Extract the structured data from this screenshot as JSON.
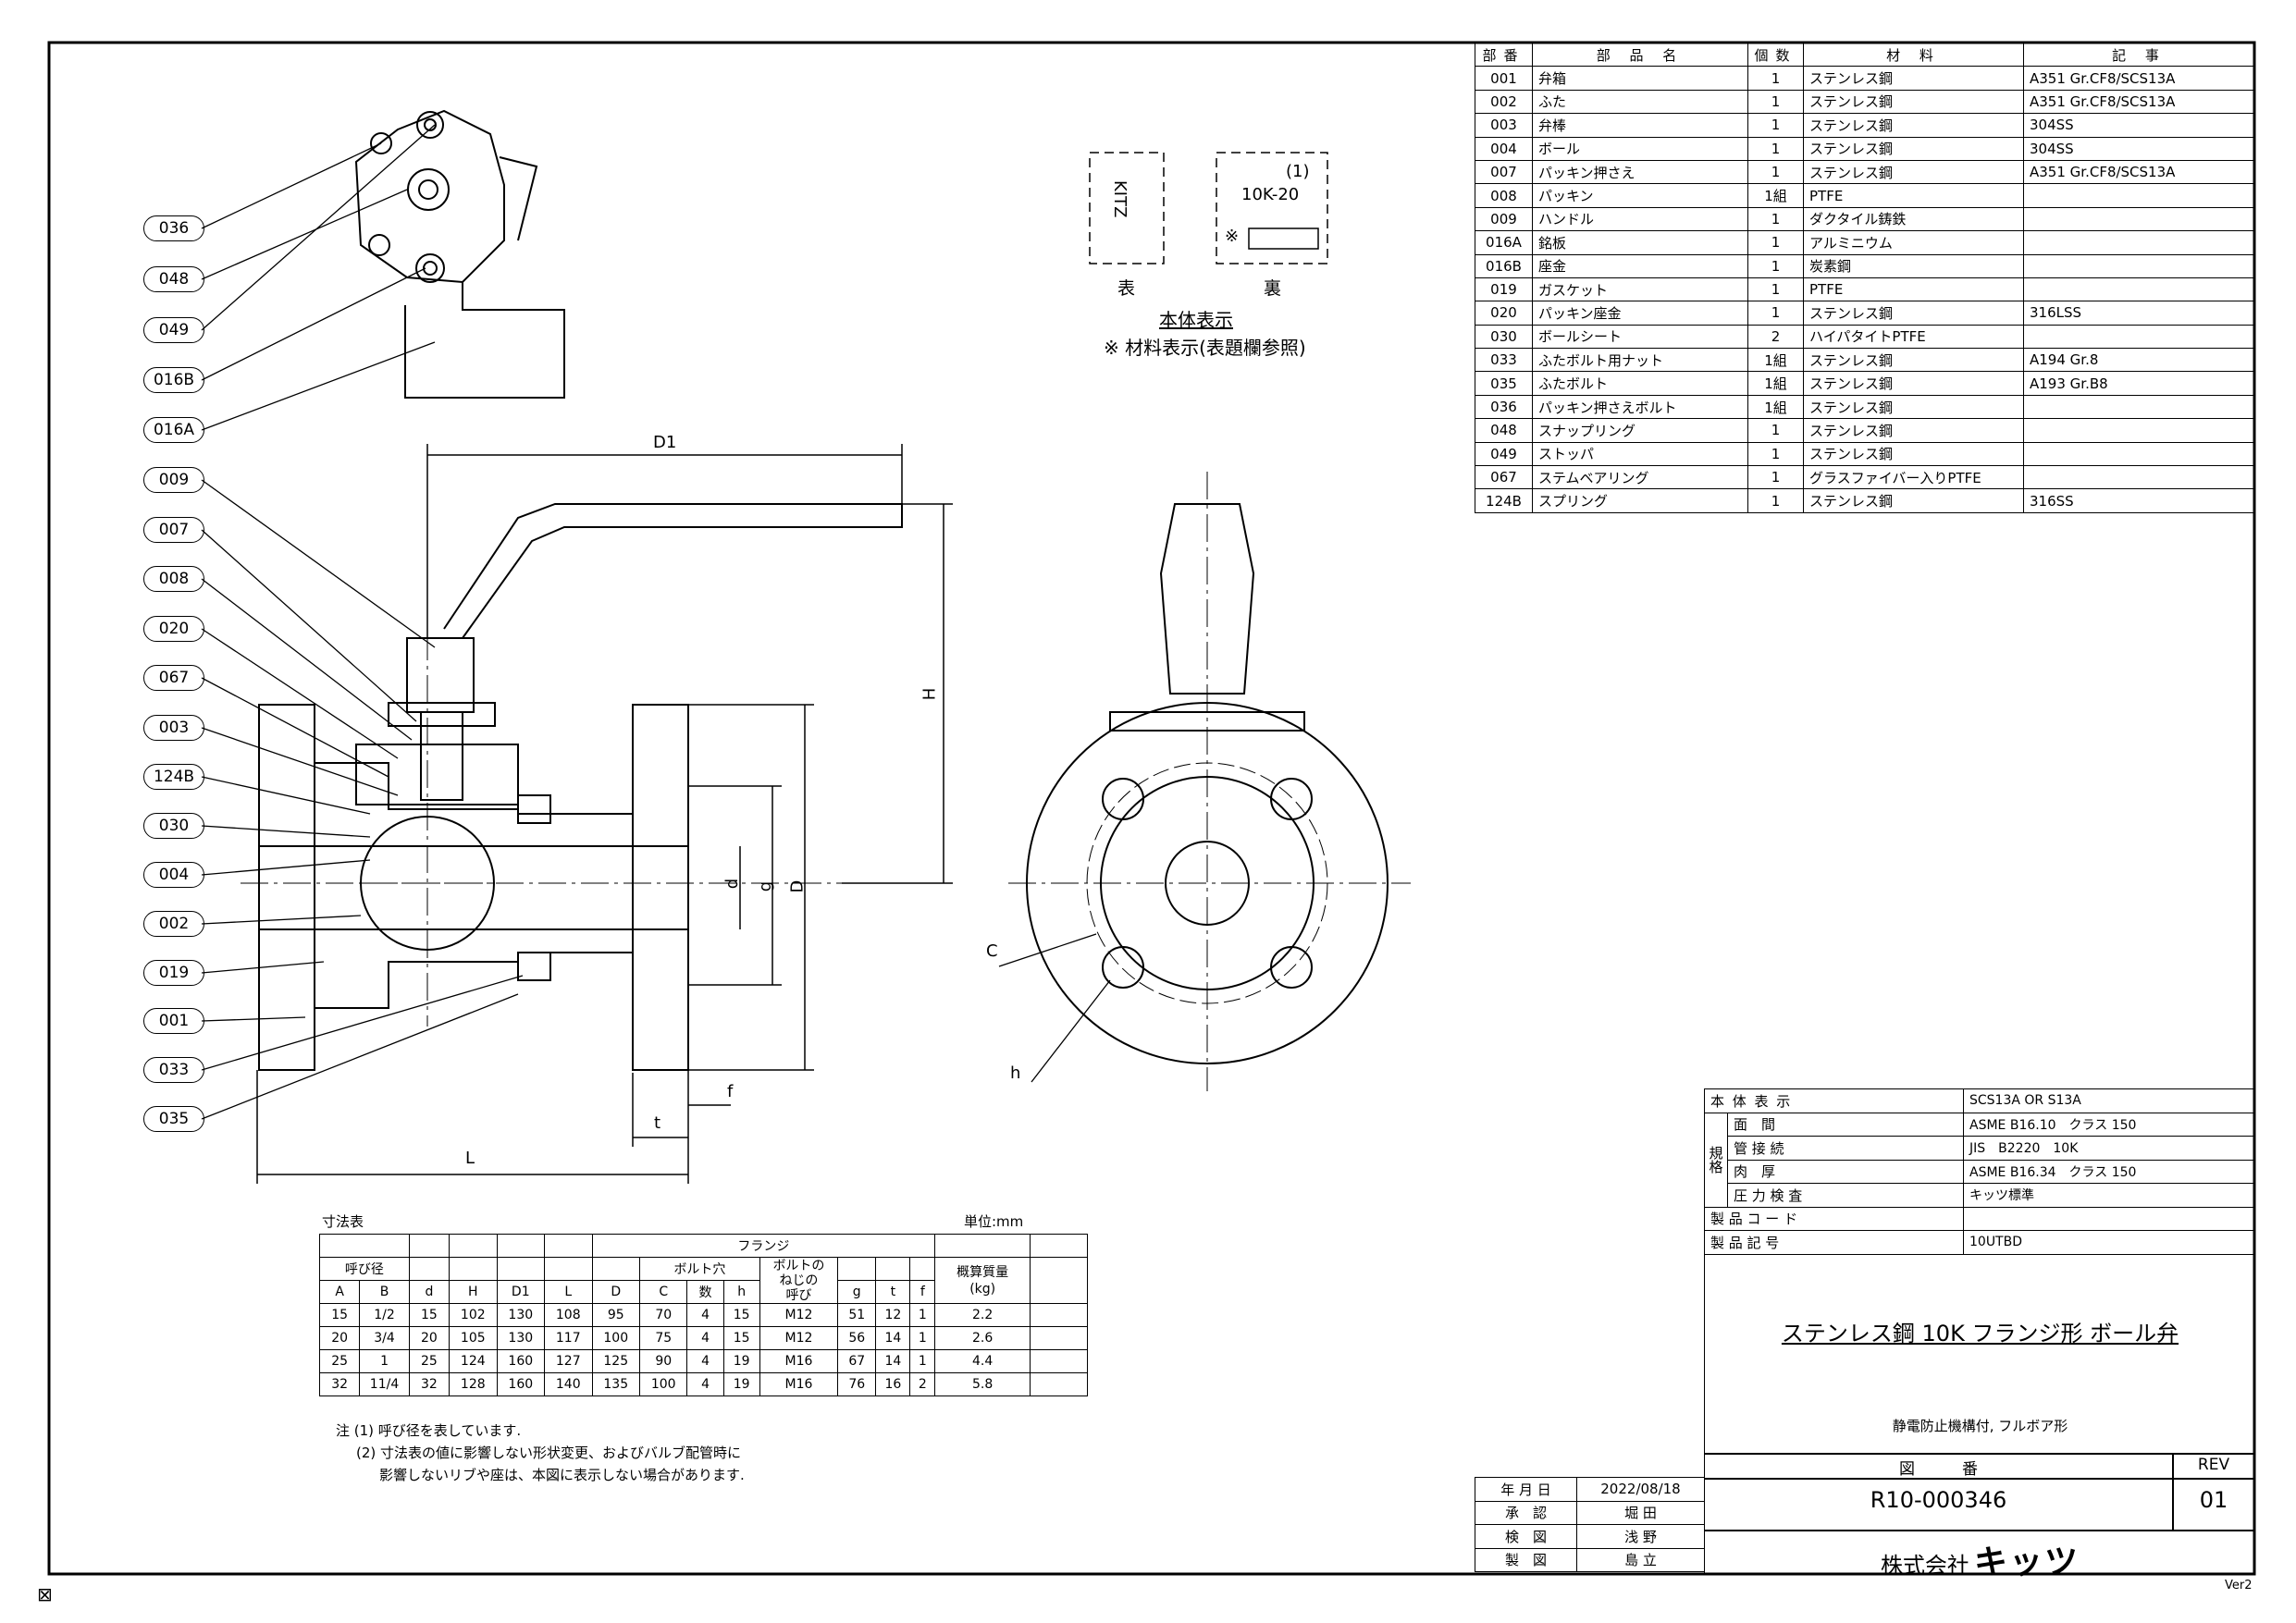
{
  "sheet": {
    "version": "Ver2",
    "corner_mark": "⊠"
  },
  "legend_box": {
    "front_text": "KITZ",
    "back_number": "(1)",
    "back_size": "10K-20",
    "back_mark": "※",
    "front_label": "表",
    "back_label": "裏",
    "title": "本体表示",
    "note": "※ 材料表示(表題欄参照)"
  },
  "balloons": [
    "036",
    "048",
    "049",
    "016B",
    "016A",
    "009",
    "007",
    "008",
    "020",
    "067",
    "003",
    "124B",
    "030",
    "004",
    "002",
    "019",
    "001",
    "033",
    "035"
  ],
  "dim_labels": {
    "D1": "D1",
    "H": "H",
    "d": "d",
    "g": "g",
    "D": "D",
    "L": "L",
    "t": "t",
    "f": "f",
    "C": "C",
    "h": "h"
  },
  "parts_table": {
    "headers": [
      "部番",
      "部 品 名",
      "個数",
      "材 料",
      "記 事"
    ],
    "rows": [
      [
        "001",
        "弁箱",
        "1",
        "ステンレス鋼",
        "A351 Gr.CF8/SCS13A"
      ],
      [
        "002",
        "ふた",
        "1",
        "ステンレス鋼",
        "A351 Gr.CF8/SCS13A"
      ],
      [
        "003",
        "弁棒",
        "1",
        "ステンレス鋼",
        "304SS"
      ],
      [
        "004",
        "ボール",
        "1",
        "ステンレス鋼",
        "304SS"
      ],
      [
        "007",
        "パッキン押さえ",
        "1",
        "ステンレス鋼",
        "A351 Gr.CF8/SCS13A"
      ],
      [
        "008",
        "パッキン",
        "1組",
        "PTFE",
        ""
      ],
      [
        "009",
        "ハンドル",
        "1",
        "ダクタイル鋳鉄",
        ""
      ],
      [
        "016A",
        "銘板",
        "1",
        "アルミニウム",
        ""
      ],
      [
        "016B",
        "座金",
        "1",
        "炭素鋼",
        ""
      ],
      [
        "019",
        "ガスケット",
        "1",
        "PTFE",
        ""
      ],
      [
        "020",
        "パッキン座金",
        "1",
        "ステンレス鋼",
        "316LSS"
      ],
      [
        "030",
        "ボールシート",
        "2",
        "ハイパタイトPTFE",
        ""
      ],
      [
        "033",
        "ふたボルト用ナット",
        "1組",
        "ステンレス鋼",
        "A194 Gr.8"
      ],
      [
        "035",
        "ふたボルト",
        "1組",
        "ステンレス鋼",
        "A193 Gr.B8"
      ],
      [
        "036",
        "パッキン押さえボルト",
        "1組",
        "ステンレス鋼",
        ""
      ],
      [
        "048",
        "スナップリング",
        "1",
        "ステンレス鋼",
        ""
      ],
      [
        "049",
        "ストッパ",
        "1",
        "ステンレス鋼",
        ""
      ],
      [
        "067",
        "ステムベアリング",
        "1",
        "グラスファイバー入りPTFE",
        ""
      ],
      [
        "124B",
        "スプリング",
        "1",
        "ステンレス鋼",
        "316SS"
      ]
    ]
  },
  "dimension_table": {
    "title": "寸法表",
    "unit": "単位:mm",
    "group_nominal": "呼び径",
    "group_flange": "フランジ",
    "group_bolt": "ボルト穴",
    "bolt_thread": "ボルトの\nねじの\n呼び",
    "weight": "概算質量\n(kg)",
    "cols": [
      "A",
      "B",
      "d",
      "H",
      "D1",
      "L",
      "D",
      "C",
      "数",
      "h",
      "g",
      "t",
      "f"
    ],
    "rows": [
      [
        "15",
        "1/2",
        "15",
        "102",
        "130",
        "108",
        "95",
        "70",
        "4",
        "15",
        "M12",
        "51",
        "12",
        "1",
        "2.2"
      ],
      [
        "20",
        "3/4",
        "20",
        "105",
        "130",
        "117",
        "100",
        "75",
        "4",
        "15",
        "M12",
        "56",
        "14",
        "1",
        "2.6"
      ],
      [
        "25",
        "1",
        "25",
        "124",
        "160",
        "127",
        "125",
        "90",
        "4",
        "19",
        "M16",
        "67",
        "14",
        "1",
        "4.4"
      ],
      [
        "32",
        "11/4",
        "32",
        "128",
        "160",
        "140",
        "135",
        "100",
        "4",
        "19",
        "M16",
        "76",
        "16",
        "2",
        "5.8"
      ]
    ],
    "note1": "注 (1) 呼び径を表しています.",
    "note2": "(2) 寸法表の値に影響しない形状変更、およびバルブ配管時に",
    "note3": "影響しないリブや座は、本図に表示しない場合があります."
  },
  "spec_table": {
    "group": "規格",
    "rows": [
      [
        "本 体 表 示",
        "SCS13A OR S13A"
      ],
      [
        "面　間",
        "ASME B16.10　クラス 150"
      ],
      [
        "管 接 続",
        "JIS　B2220　10K"
      ],
      [
        "肉　厚",
        "ASME B16.34　クラス 150"
      ],
      [
        "圧 力 検 査",
        "キッツ標準"
      ],
      [
        "製 品 コ ー ド",
        ""
      ],
      [
        "製 品 記 号",
        "10UTBD"
      ]
    ]
  },
  "title_block": {
    "title": "ステンレス鋼 10K フランジ形 ボール弁",
    "subtitle": "静電防止機構付, フルボア形",
    "drawing_no_label": "図　　　番",
    "rev_label": "REV",
    "drawing_no": "R10-000346",
    "rev": "01",
    "company_prefix": "株式会社",
    "company_name": "キッツ",
    "approvals": [
      [
        "年 月 日",
        "2022/08/18"
      ],
      [
        "承　認",
        "堀 田"
      ],
      [
        "検　図",
        "浅 野"
      ],
      [
        "製　図",
        "島 立"
      ]
    ]
  }
}
